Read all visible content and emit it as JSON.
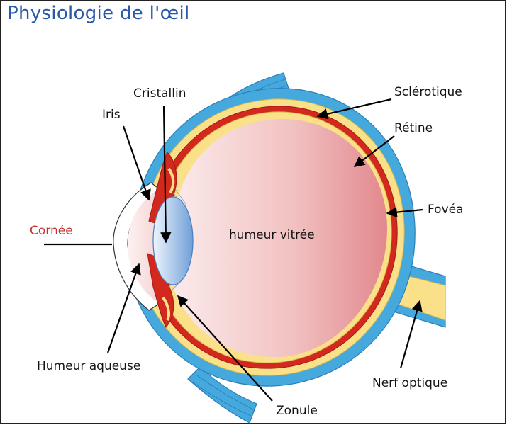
{
  "title": "Physiologie de l'œil",
  "labels": {
    "cristallin": "Cristallin",
    "iris": "Iris",
    "cornee": "Cornée",
    "humeur_aqueuse": "Humeur aqueuse",
    "humeur_vitree": "humeur vitrée",
    "sclerotique": "Sclérotique",
    "retine": "Rétine",
    "fovea": "Fovéa",
    "nerf_optique": "Nerf optique",
    "zonule": "Zonule"
  },
  "colors": {
    "title": "#2a5aa6",
    "sclera": "#45a9dd",
    "retina": "#d2281e",
    "choroid_yellow": "#fbe08a",
    "vitreous_light": "#fbeaea",
    "vitreous_dark": "#e2888e",
    "lens_light": "#eaf2fb",
    "lens_dark": "#6f9fd8",
    "cornee_label": "#c8332e"
  }
}
